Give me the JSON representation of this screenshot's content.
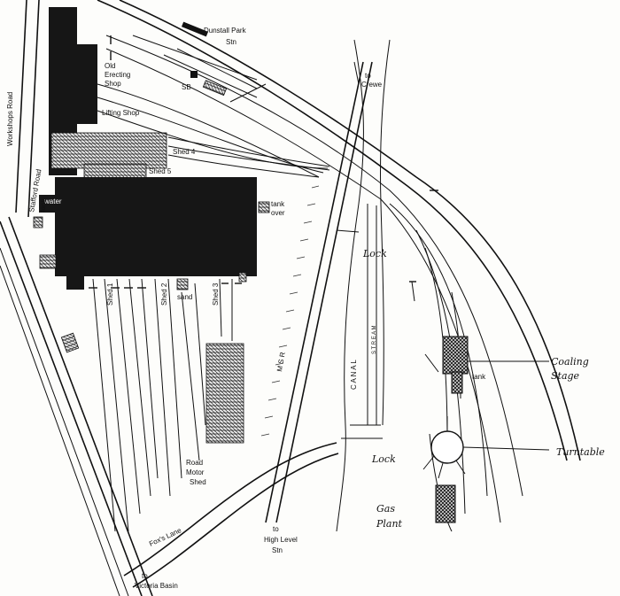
{
  "labels": {
    "dunstall_park": [
      "Dunstall Park",
      "Stn"
    ],
    "old_erecting": [
      "Old",
      "Erecting",
      "Shop"
    ],
    "sb": "SB",
    "to_crewe": [
      "to",
      "Crewe"
    ],
    "workshops_road": "Workshops Road",
    "lifting_shop": "Lifting Shop",
    "shed4": "Shed 4",
    "shed5": "Shed 5",
    "stafford_road": "Stafford Road",
    "water_tank": [
      "water",
      "tank"
    ],
    "tank_over": [
      "tank",
      "over"
    ],
    "lock_upper": "Lock",
    "lock_lower": "Lock",
    "shed1": "Shed 1",
    "shed2": "Shed 2",
    "sand": "sand",
    "shed3": "Shed 3",
    "msr": "M S R",
    "canal": "C A N A L",
    "stream": "S T R E A M",
    "coaling_stage": [
      "Coaling",
      "Stage"
    ],
    "tank": "tank",
    "turntable": "Turntable",
    "road_motor_shed": [
      "Road",
      "Motor",
      "Shed"
    ],
    "gas_plant": [
      "Gas",
      "Plant"
    ],
    "fox_lane": "Fox's Lane",
    "to_high_level": [
      "to",
      "High Level",
      "Stn"
    ],
    "to_victoria_basin": [
      "to",
      "Victoria Basin"
    ]
  }
}
